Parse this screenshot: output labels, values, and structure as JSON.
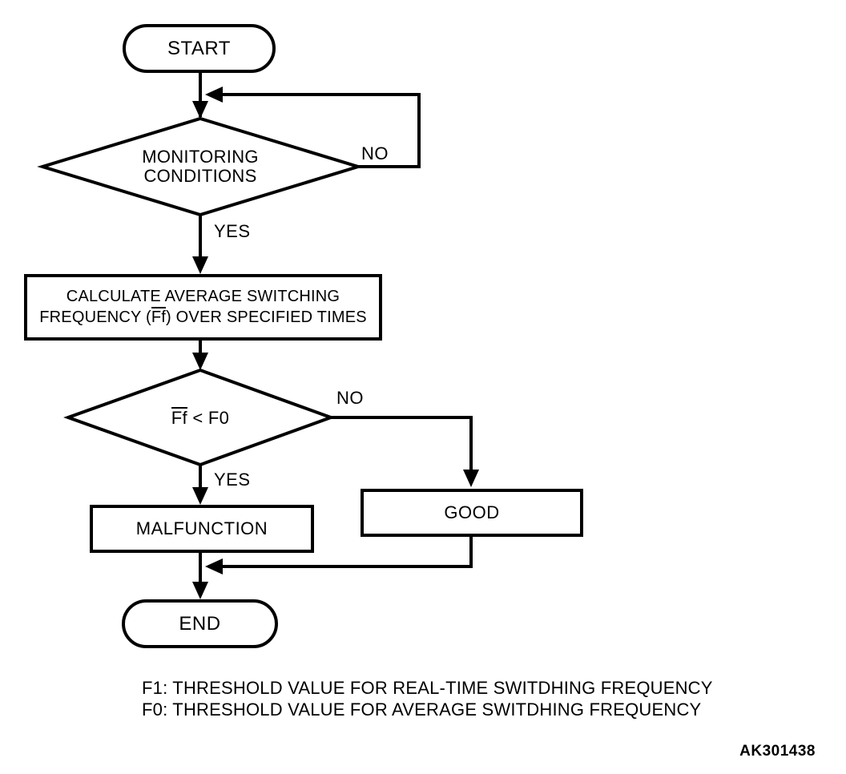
{
  "diagram": {
    "nodes": {
      "start": {
        "label": "START"
      },
      "monitoring_conditions": {
        "line1": "MONITORING",
        "line2": "CONDITIONS"
      },
      "calculate": {
        "line1": "CALCULATE AVERAGE SWITCHING",
        "line2_prefix": "FREQUENCY (",
        "line2_overlined": "Ff",
        "line2_suffix": ") OVER SPECIFIED TIMES"
      },
      "ff_decision": {
        "overlined": "Ff",
        "rest": " < F0"
      },
      "malfunction": {
        "label": "MALFUNCTION"
      },
      "good": {
        "label": "GOOD"
      },
      "end": {
        "label": "END"
      }
    },
    "edge_labels": {
      "monitoring_no": "NO",
      "monitoring_yes": "YES",
      "decision_no": "NO",
      "decision_yes": "YES"
    },
    "footnotes": [
      "F1: THRESHOLD VALUE FOR REAL-TIME SWITDHING FREQUENCY",
      "F0: THRESHOLD VALUE FOR AVERAGE SWITDHING FREQUENCY"
    ],
    "figure_code": "AK301438",
    "colors": {
      "line": "#000000",
      "background": "#ffffff"
    }
  }
}
